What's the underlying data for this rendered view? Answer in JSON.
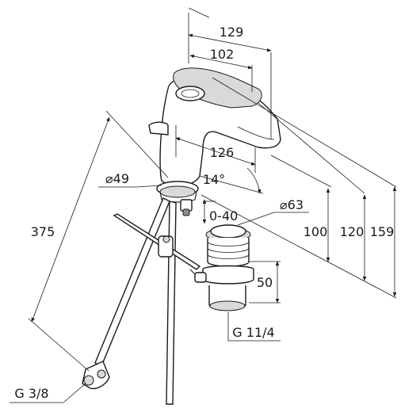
{
  "dimensions": {
    "width_overall": "129",
    "spout_reach": "102",
    "lever_length": "126",
    "body_diameter": "⌀49",
    "lever_angle": "14°",
    "thickness_range": "0-40",
    "drain_diameter": "⌀63",
    "spout_height": "100",
    "lever_height": "120",
    "total_height": "159",
    "hose_length": "375",
    "drain_depth": "50",
    "drain_thread": "G 11/4",
    "hose_thread": "G 3/8"
  },
  "colors": {
    "line": "#1a1a1a",
    "background": "#ffffff",
    "shade": "#d9d9d9"
  }
}
